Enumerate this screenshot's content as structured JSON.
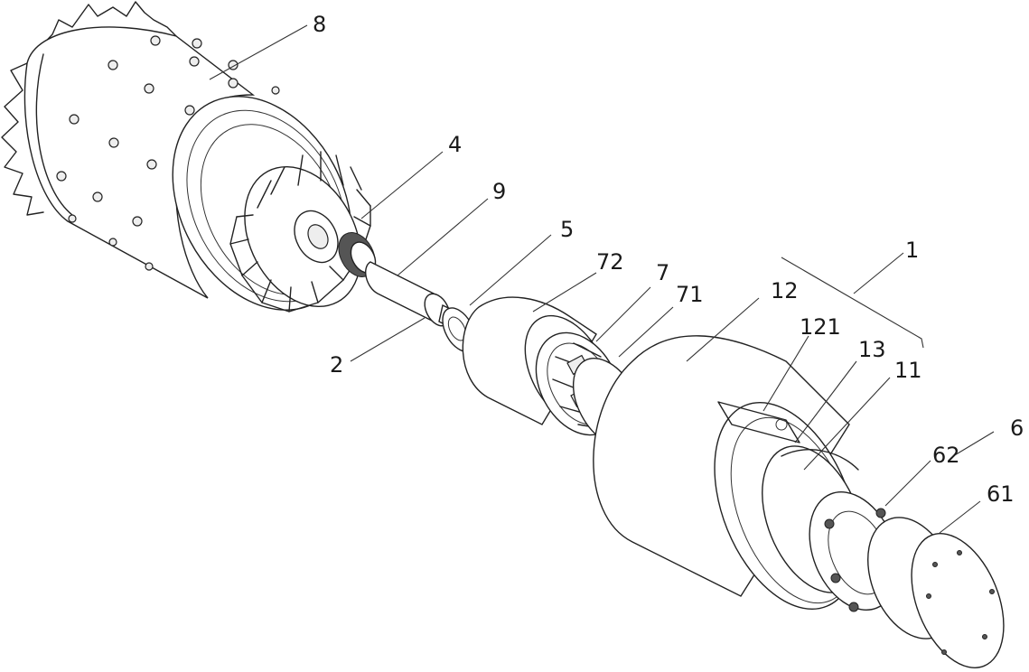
{
  "callouts": {
    "c8": "8",
    "c4": "4",
    "c9": "9",
    "c5": "5",
    "c72": "72",
    "c7": "7",
    "c71": "71",
    "c12": "12",
    "c1": "1",
    "c121": "121",
    "c13": "13",
    "c11": "11",
    "c6": "6",
    "c62": "62",
    "c61": "61",
    "c2": "2"
  }
}
